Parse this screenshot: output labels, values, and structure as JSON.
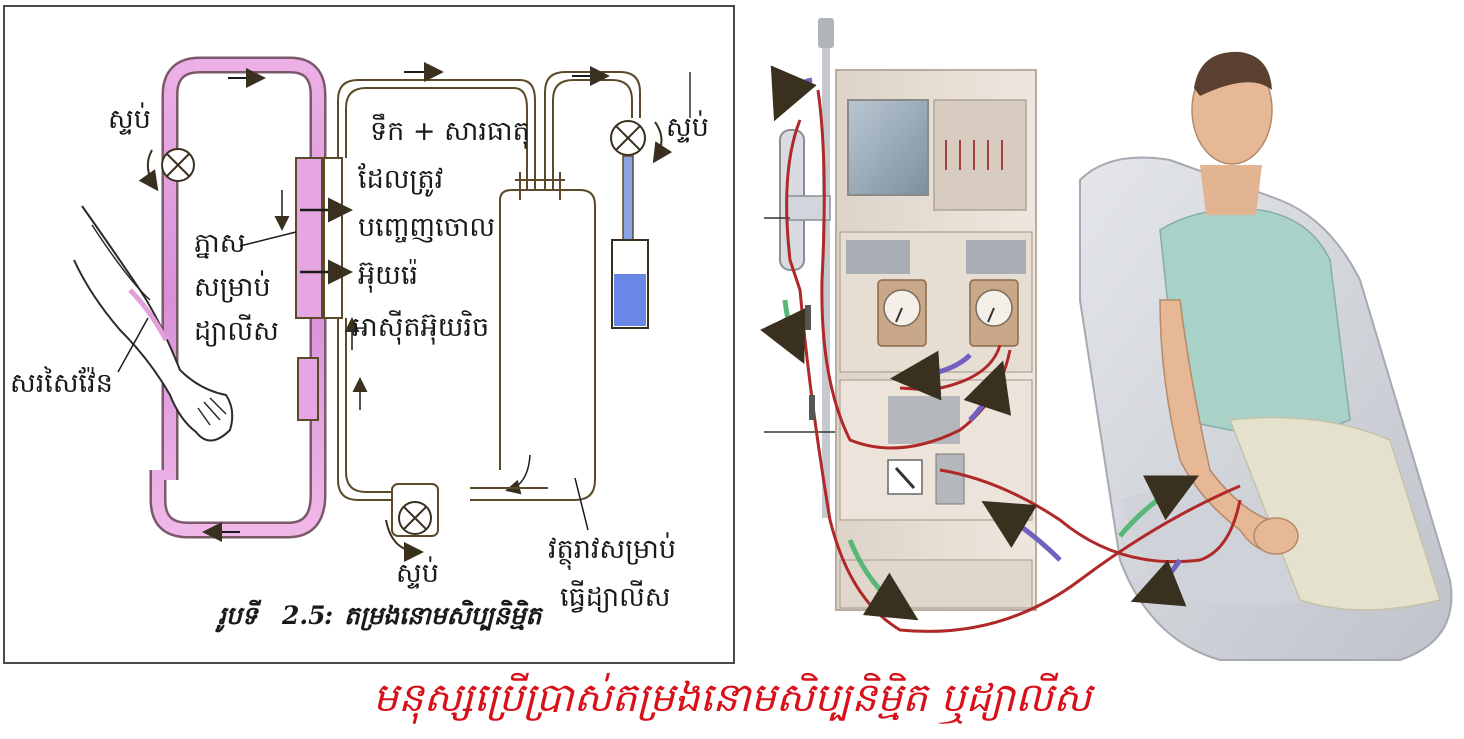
{
  "left_diagram": {
    "pump_top_left": "ស្ទប់",
    "pump_top_right": "ស្ទប់",
    "pump_bottom": "ស្ទប់",
    "membrane_label": [
      "ភ្នាស",
      "សម្រាប់",
      "ដ្យាលីស"
    ],
    "vein_label": "សរសៃវ៉ែន",
    "waste_label": [
      "ទឹក +  សារធាតុ",
      "ដែលត្រូវ",
      "បញ្ចេញចោល",
      "អ៊ុយរ៉េ",
      "អាស៊ីតអ៊ុយរិច"
    ],
    "fluid_label": [
      "វត្ថុរាវសម្រាប់",
      "ធ្វើដ្យាលីស"
    ],
    "caption_prefix": "រូបទី",
    "caption_number": "2.5",
    "caption_sep": ":",
    "caption_title": "តម្រងនោមសិប្បនិម្មិត"
  },
  "bottom_title": "មនុស្សប្រើប្រាស់តម្រងនោមសិប្បនិម្មិត ឬដ្យាលីស",
  "colors": {
    "title": "#d8101a",
    "blood_tube": "#e2a0dc",
    "outline": "#5a4a2a",
    "red_line": "#b02828",
    "blue_arrow": "#7060c0",
    "green_arrow": "#58b878"
  }
}
